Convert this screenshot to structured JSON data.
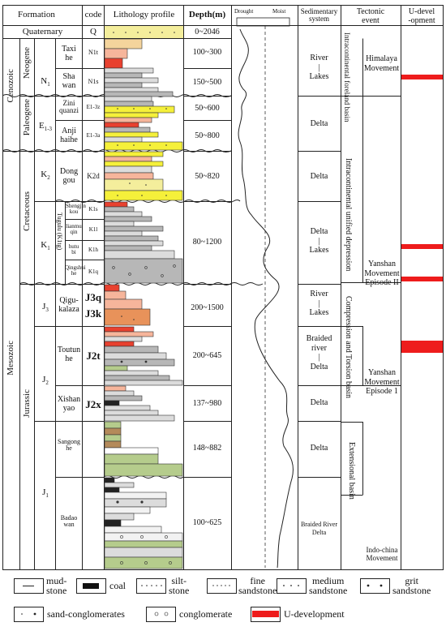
{
  "headers": {
    "formation": "Formation",
    "code": "code",
    "lithology": "Lithology profile",
    "depth": "Depth(m)",
    "drought": "Drought",
    "moist": "Moist",
    "sedimentary_l1": "Sedimentary",
    "sedimentary_l2": "system",
    "tectonic_l1": "Tectonic",
    "tectonic_l2": "event",
    "udev_l1": "U-devel",
    "udev_l2": "-opment"
  },
  "quaternary": {
    "name": "Quaternary",
    "code": "Q",
    "depth": "0~2046"
  },
  "eras": {
    "cenozoic": "Cenozoic",
    "mesozoic": "Mesozoic"
  },
  "periods": {
    "neogene": "Neogene",
    "paleogene": "Paleogene",
    "cretaceous": "Cretaceous",
    "jurassic": "Jurassic"
  },
  "epochs": {
    "n1": "N",
    "n1_sub": "1",
    "e13": "E",
    "e13_sub": "1-3",
    "k2": "K",
    "k2_sub": "2",
    "k1": "K",
    "k1_sub": "1",
    "j3": "J",
    "j3_sub": "3",
    "j2": "J",
    "j2_sub": "2",
    "j1": "J",
    "j1_sub": "1"
  },
  "tugulu": {
    "name": "Tugulu",
    "code": "(K1tg)"
  },
  "formations": {
    "taxihe": {
      "l1": "Taxi",
      "l2": "he",
      "code": "N1t"
    },
    "shawan": {
      "l1": "Sha",
      "l2": "wan",
      "code": "N1s"
    },
    "ziniquanzi": {
      "l1": "Zini",
      "l2": "quanzi",
      "code": "E1-3z"
    },
    "anjihaihe": {
      "l1": "Anji",
      "l2": "haihe",
      "code": "E1-3a"
    },
    "donggou": {
      "l1": "Dong",
      "l2": "gou",
      "code": "K2d"
    },
    "shengjinkou": {
      "l1": "Shengjin",
      "l2": "kou",
      "code": "K1s"
    },
    "lianmuqin": {
      "l1": "lianmu",
      "l2": "qin",
      "code": "K1l"
    },
    "hutubi": {
      "l1": "hutu",
      "l2": "bi",
      "code": "K1h"
    },
    "qingshuihe": {
      "l1": "Qingshui",
      "l2": "he",
      "code": "K1q"
    },
    "qigukalaza": {
      "l1": "Qigu-",
      "l2": "kalaza",
      "code_a": "J3q",
      "code_b": "J3k"
    },
    "toutunhe": {
      "l1": "Toutun",
      "l2": "he",
      "code": "J2t"
    },
    "xishanyao": {
      "l1": "Xishan",
      "l2": "yao",
      "code": "J2x"
    },
    "sangonghe": {
      "l1": "Sangong",
      "l2": "he"
    },
    "badaowan": {
      "l1": "Badao",
      "l2": "wan"
    }
  },
  "depths": {
    "taxihe": "100~300",
    "shawan": "150~500",
    "ziniquanzi": "50~600",
    "anjihaihe": "50~800",
    "donggou": "50~820",
    "tugulu": "80~1200",
    "qigukalaza": "200~1500",
    "toutunhe": "200~645",
    "xishanyao": "137~980",
    "sangonghe": "148~882",
    "badaowan": "100~625"
  },
  "sedimentary": {
    "s1": [
      "River",
      "|",
      "Lakes"
    ],
    "s2": [
      "Delta"
    ],
    "s3": [
      "Delta"
    ],
    "s4": [
      "Delta",
      "|",
      "Lakes"
    ],
    "s5": [
      "River",
      "|",
      "Lakes"
    ],
    "s6": [
      "Braided",
      "river",
      "|",
      "Delta"
    ],
    "s7": [
      "Delta"
    ],
    "s8": [
      "Delta"
    ],
    "s9": [
      "Braided River",
      "Delta"
    ]
  },
  "tectonic": {
    "basin1": "Intracontinental foreland basin",
    "basin2": "Intracontinental unified depression",
    "basin3": "Compression and Torsion basin",
    "basin4": "Extensional basin",
    "ev_himalaya_1": "Himalaya",
    "ev_himalaya_2": "Movement",
    "ev_yanshan2_1": "Yanshan",
    "ev_yanshan2_2": "Movement",
    "ev_yanshan2_3": "Episode II",
    "ev_yanshan1_1": "Yanshan",
    "ev_yanshan1_2": "Movement",
    "ev_yanshan1_3": "Episode 1",
    "ev_indo_1": "Indo-china",
    "ev_indo_2": "Movement"
  },
  "legend": {
    "mudstone_1": "mud-",
    "mudstone_2": "stone",
    "coal": "coal",
    "siltstone_1": "silt-",
    "siltstone_2": "stone",
    "fine_1": "fine",
    "fine_2": "sandstone",
    "medium_1": "medium",
    "medium_2": "sandstone",
    "grit_1": "grit",
    "grit_2": "sandstone",
    "sandconglomerates": "sand-conglomerates",
    "conglomerate": "conglomerate",
    "udevelopment": "U-development"
  },
  "colors": {
    "yellow": "#f5f03a",
    "pale_yellow": "#f4ee9c",
    "salmon": "#f6b59b",
    "orange": "#e8925a",
    "red": "#e8412f",
    "gray": "#b7b7b7",
    "light_gray": "#dcdcdc",
    "green": "#b5cc8c",
    "brown": "#b48a5a",
    "udev_red": "#ee1c1c"
  }
}
